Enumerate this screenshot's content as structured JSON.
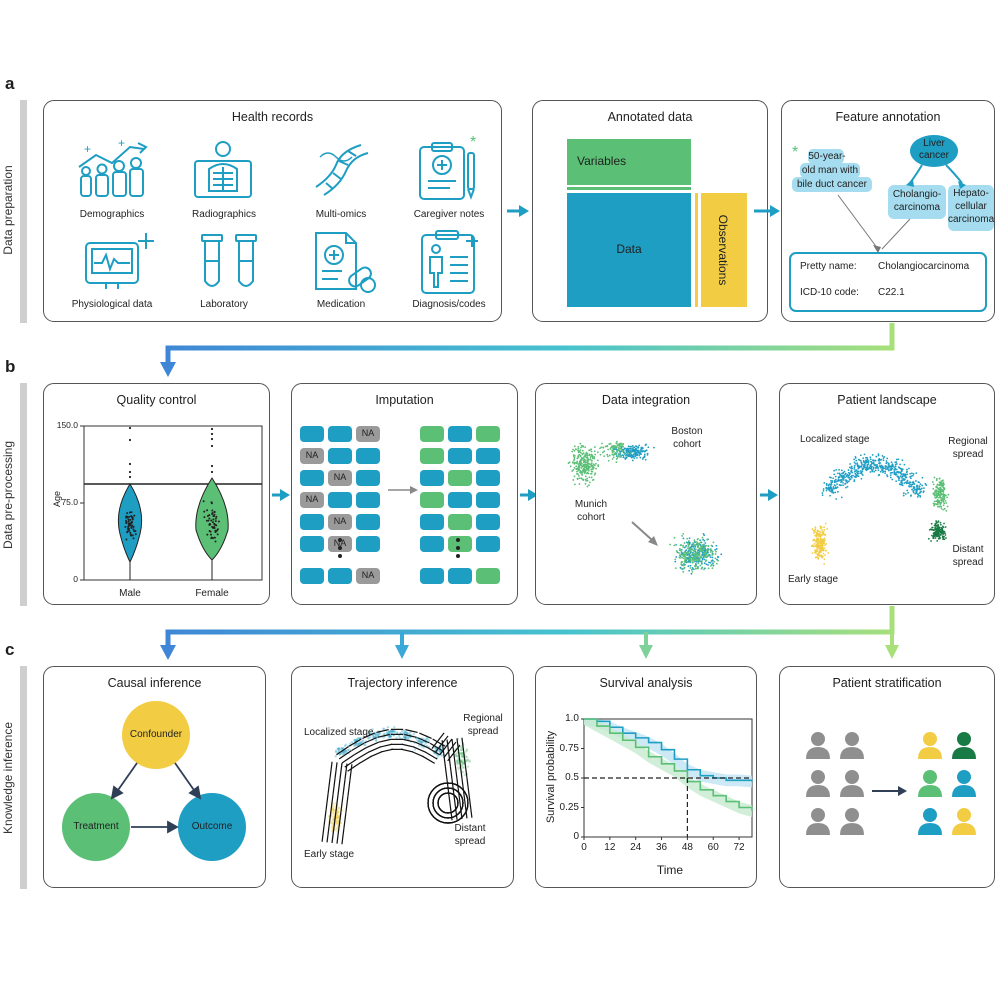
{
  "letters": {
    "a": "a",
    "b": "b",
    "c": "c"
  },
  "side_labels": {
    "data_preparation": "Data preparation",
    "data_preprocessing": "Data pre-processing",
    "knowledge_inference": "Knowledge inference"
  },
  "health_records": {
    "title": "Health records",
    "items": [
      "Demographics",
      "Radiographics",
      "Multi-omics",
      "Caregiver notes",
      "Physiological data",
      "Laboratory",
      "Medication",
      "Diagnosis/codes"
    ]
  },
  "annotated_data": {
    "title": "Annotated data",
    "variables": "Variables",
    "data": "Data",
    "observations": "Observations"
  },
  "feature_annotation": {
    "title": "Feature annotation",
    "note": "50-year-old man with bile duct cancer",
    "note_line1": "50-year-",
    "note_line2": "old man with",
    "note_line3": "bile duct cancer",
    "liver_line1": "Liver",
    "liver_line2": "cancer",
    "chol_line1": "Cholangio-",
    "chol_line2": "carcinoma",
    "hep_line1": "Hepato-",
    "hep_line2": "cellular",
    "hep_line3": "carcinoma",
    "pretty_name_label": "Pretty name:",
    "pretty_name_value": "Cholangiocarcinoma",
    "icd_label": "ICD-10 code:",
    "icd_value": "C22.1"
  },
  "quality_control": {
    "title": "Quality control",
    "ylabel": "Age",
    "yticks": [
      "150.0",
      "75.0",
      "0"
    ],
    "groups": [
      "Male",
      "Female"
    ]
  },
  "imputation": {
    "title": "Imputation",
    "na": "NA"
  },
  "data_integration": {
    "title": "Data integration",
    "boston_line1": "Boston",
    "boston_line2": "cohort",
    "munich_line1": "Munich",
    "munich_line2": "cohort"
  },
  "patient_landscape": {
    "title": "Patient landscape",
    "localized": "Localized stage",
    "regional_line1": "Regional",
    "regional_line2": "spread",
    "distant_line1": "Distant",
    "distant_line2": "spread",
    "early": "Early stage"
  },
  "causal_inference": {
    "title": "Causal inference",
    "confounder": "Confounder",
    "treatment": "Treatment",
    "outcome": "Outcome"
  },
  "trajectory_inference": {
    "title": "Trajectory inference",
    "localized": "Localized stage",
    "regional_line1": "Regional",
    "regional_line2": "spread",
    "distant_line1": "Distant",
    "distant_line2": "spread",
    "early": "Early stage"
  },
  "survival_analysis": {
    "title": "Survival analysis",
    "ylabel": "Survival probability",
    "xlabel": "Time",
    "xticks": [
      "0",
      "12",
      "24",
      "36",
      "48",
      "60",
      "72"
    ],
    "yticks": [
      "1.0",
      "0.75",
      "0.5",
      "0.25",
      "0"
    ]
  },
  "patient_stratification": {
    "title": "Patient stratification"
  },
  "colors": {
    "blue": "#1f9ec4",
    "green": "#5bbf76",
    "yellow": "#f2cd44",
    "dark_green": "#187a45",
    "gray": "#9a9a9a",
    "arrow_blue": "#3f86d6",
    "arrow_light_green": "#a8e07a"
  },
  "chart_data": {
    "type": "line",
    "title": "Survival analysis",
    "xlabel": "Time",
    "ylabel": "Survival probability",
    "xlim": [
      0,
      78
    ],
    "ylim": [
      0,
      1.0
    ],
    "x": [
      0,
      6,
      12,
      18,
      24,
      30,
      36,
      42,
      48,
      54,
      60,
      66,
      72,
      78
    ],
    "series": [
      {
        "values": [
          1.0,
          0.98,
          0.93,
          0.88,
          0.84,
          0.8,
          0.74,
          0.66,
          0.57,
          0.52,
          0.5,
          0.48,
          0.48,
          0.47
        ]
      },
      {
        "values": [
          1.0,
          0.94,
          0.88,
          0.82,
          0.76,
          0.68,
          0.62,
          0.56,
          0.47,
          0.4,
          0.35,
          0.3,
          0.25,
          0.22
        ]
      }
    ],
    "reference": {
      "y": 0.5,
      "x": 48
    }
  }
}
